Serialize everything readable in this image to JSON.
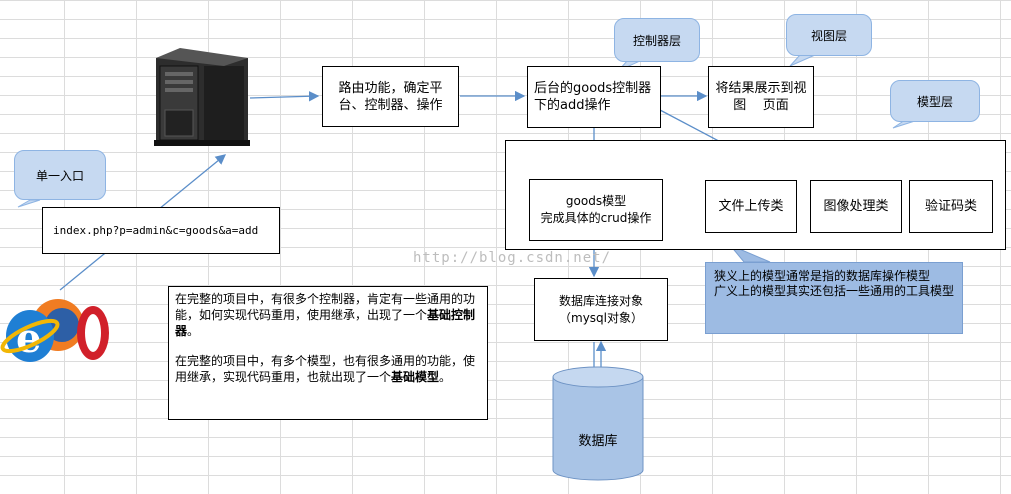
{
  "callouts": {
    "single_entry": "单一入口",
    "controller_layer": "控制器层",
    "view_layer": "视图层",
    "model_layer": "模型层"
  },
  "boxes": {
    "index_url": "index.php?p=admin&c=goods&a=add",
    "routing": "路由功能，确定平台、控制器、操作",
    "controller_line1": "后台的goods控制器",
    "controller_line2": "下的add操作",
    "view": "将结果展示到视图    页面",
    "goods_model_line1": "goods模型",
    "goods_model_line2": "完成具体的crud操作",
    "file_upload": "文件上传类",
    "image_processing": "图像处理类",
    "captcha": "验证码类",
    "db_connector_line1": "数据库连接对象",
    "db_connector_line2": "（mysql对象）",
    "database": "数据库"
  },
  "model_note": {
    "line1": "狭义上的模型通常是指的数据库操作模型",
    "line2": "广义上的模型其实还包括一些通用的工具模型"
  },
  "explanation": {
    "para1_text": "在完整的项目中，有很多个控制器，肯定有一些通用的功能，如何实现代码重用，使用继承，出现了一个",
    "para1_bold": "基础控制器",
    "para1_end": "。",
    "para2_text": "在完整的项目中，有多个模型，也有很多通用的功能，使用继承，实现代码重用，也就出现了一个",
    "para2_bold": "基础模型",
    "para2_end": "。"
  },
  "watermark": "http://blog.csdn.net/",
  "icons": {
    "server": "server-icon",
    "browsers": "browser-logos-icon"
  },
  "colors": {
    "arrow": "#5b8ec9",
    "callout_fill": "#c6d9f1",
    "note_fill": "#9dbbe3",
    "cylinder_fill": "#a9c4e6"
  }
}
